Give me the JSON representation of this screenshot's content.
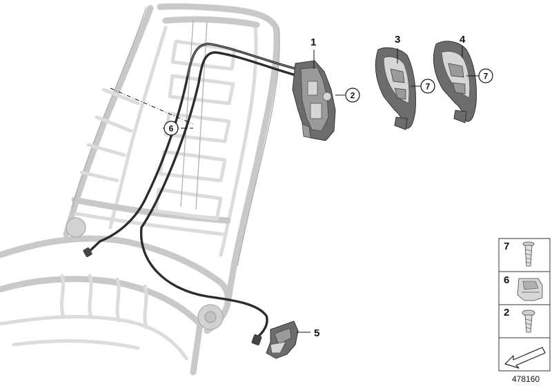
{
  "diagram": {
    "callouts": [
      {
        "id": "1",
        "label": "1"
      },
      {
        "id": "3",
        "label": "3"
      },
      {
        "id": "4",
        "label": "4"
      },
      {
        "id": "5",
        "label": "5"
      }
    ],
    "circled_callouts": [
      {
        "id": "2",
        "label": "2"
      },
      {
        "id": "6",
        "label": "6"
      },
      {
        "id": "7a",
        "label": "7"
      },
      {
        "id": "7b",
        "label": "7"
      }
    ],
    "legend": [
      {
        "label": "7",
        "part": "screw-icon"
      },
      {
        "label": "6",
        "part": "clip-icon"
      },
      {
        "label": "2",
        "part": "screw-icon"
      }
    ],
    "document_number": "478160",
    "colors": {
      "frame": "#c9c9c9",
      "cable": "#2c2c2c",
      "part": "#6c6c6c",
      "ink": "#111111"
    }
  }
}
